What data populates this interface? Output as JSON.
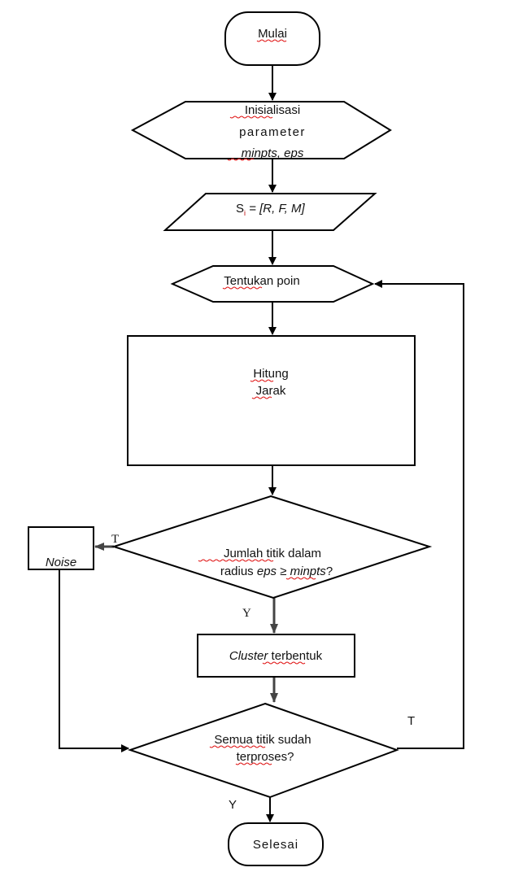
{
  "flowchart": {
    "start": {
      "label": "Mulai"
    },
    "init": {
      "line1": "Inisialisasi",
      "line2": "parameter",
      "line3_italic": "minpts, eps"
    },
    "input": {
      "prefix": "S",
      "subscript": "i",
      "formula": " = [R, F, M]"
    },
    "select_point": {
      "label": "Tentukan poin"
    },
    "compute": {
      "line1": "Hitung",
      "line2": "Jarak"
    },
    "decision1": {
      "line1": "Jumlah titik dalam",
      "line2_a": "radius ",
      "line2_b_italic": "eps",
      "line2_c": " ≥ ",
      "line2_d_italic": "minpts",
      "line2_e": "?"
    },
    "noise": {
      "label": "Noise"
    },
    "cluster": {
      "label_italic": "Cluster",
      "label_rest": " terbentuk"
    },
    "decision2": {
      "line1": "Semua titik sudah",
      "line2": "terproses?"
    },
    "end": {
      "label": "Selesai"
    },
    "edge_labels": {
      "d1_no": "T",
      "d1_yes": "Y",
      "d2_no": "T",
      "d2_yes": "Y"
    }
  }
}
